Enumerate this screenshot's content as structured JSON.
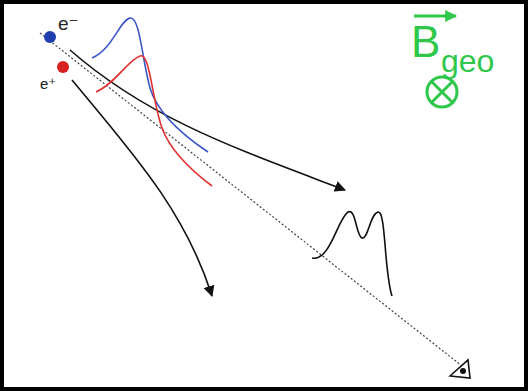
{
  "diagram": {
    "labels": [
      "e⁻",
      "e⁺",
      "B",
      "geo"
    ]
  }
}
